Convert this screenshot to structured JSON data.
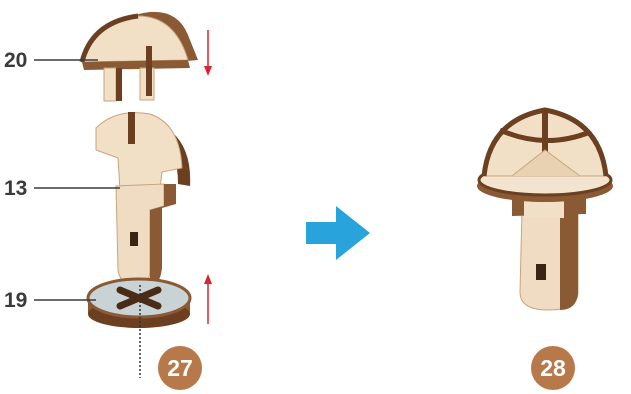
{
  "parts": [
    {
      "number": "20"
    },
    {
      "number": "13"
    },
    {
      "number": "19"
    }
  ],
  "steps": [
    {
      "number": "27"
    },
    {
      "number": "28"
    }
  ],
  "colors": {
    "wood_face": "#f1dfc6",
    "wood_edge": "#8a5a34",
    "wood_dark": "#6b3f1f",
    "disc_top": "#c9d3d6",
    "move_arrow": "#d9262c",
    "next_arrow": "#29a3dc",
    "step_badge": "#b8794a",
    "label_text": "#3a3a3a"
  },
  "icons": {
    "move_down": "arrow-down-icon",
    "move_up": "arrow-up-icon",
    "next_step": "arrow-right-icon"
  }
}
